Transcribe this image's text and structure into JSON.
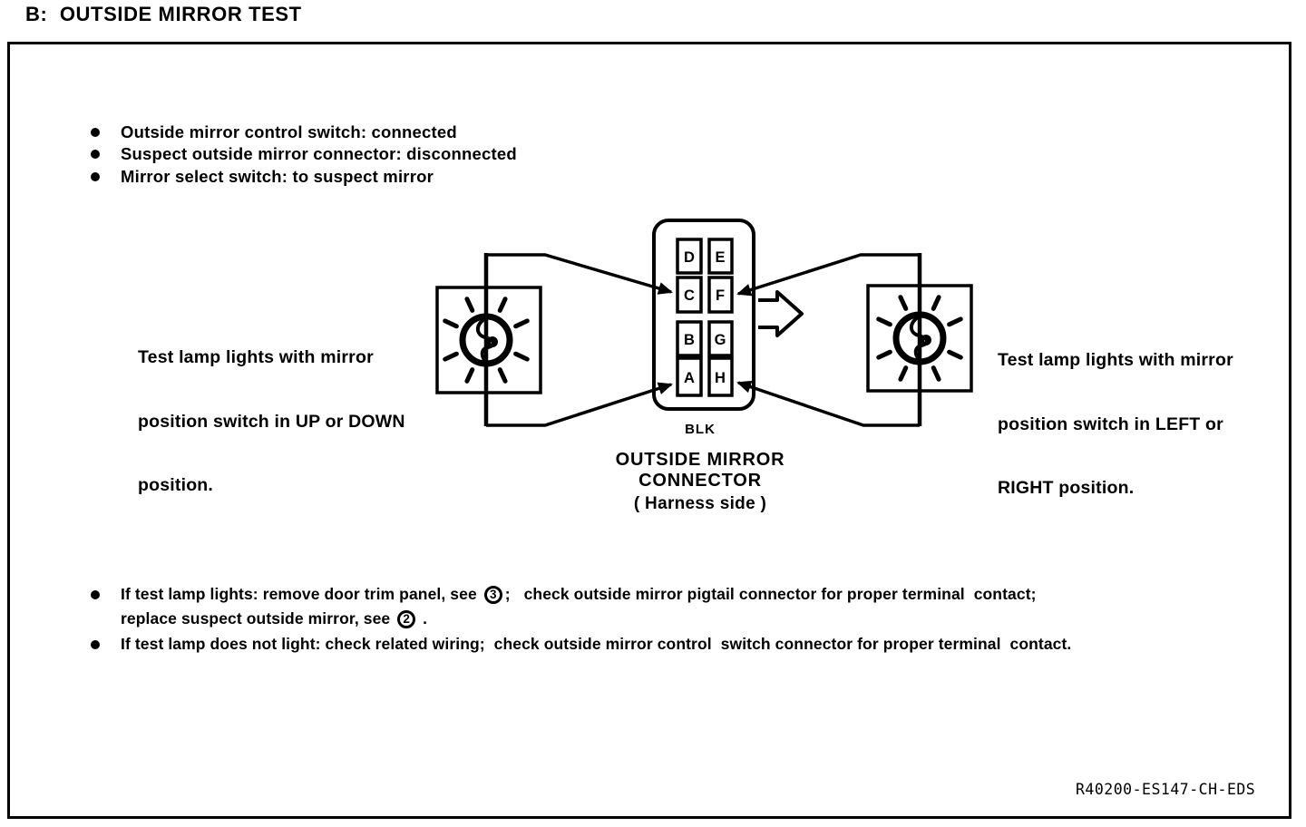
{
  "colors": {
    "ink": "#000000",
    "paper": "#ffffff"
  },
  "title": "B:  OUTSIDE MIRROR TEST",
  "preconditions": [
    "Outside mirror control switch: connected",
    "Suspect outside mirror connector: disconnected",
    "Mirror select switch: to suspect mirror"
  ],
  "diagram": {
    "left_note_line1": "Test lamp lights with mirror",
    "left_note_line2": "position switch in UP or DOWN",
    "left_note_line3": "position.",
    "right_note_line1": "Test lamp lights with mirror",
    "right_note_line2": "position switch in LEFT or",
    "right_note_line3": "RIGHT position.",
    "wire_color": "BLK",
    "caption_line1": "OUTSIDE MIRROR",
    "caption_line2": "CONNECTOR",
    "caption_line3": "( Harness side )",
    "pins": [
      "D",
      "E",
      "C",
      "F",
      "B",
      "G",
      "A",
      "H"
    ]
  },
  "results": {
    "r1_text1": "If test lamp lights: remove door trim panel, see ",
    "r1_ref1": "3",
    "r1_text2": ";   check outside mirror pigtail connector for proper terminal  contact;",
    "r1_line2_text": "replace suspect outside mirror, see ",
    "r1_ref2": "2",
    "r1_line2_end": " .",
    "r2_text": "If test lamp does not light: check related wiring;  check outside mirror control  switch connector for proper terminal  contact."
  },
  "footer": {
    "doc_ref": "R40200-ES147-CH-EDS"
  }
}
